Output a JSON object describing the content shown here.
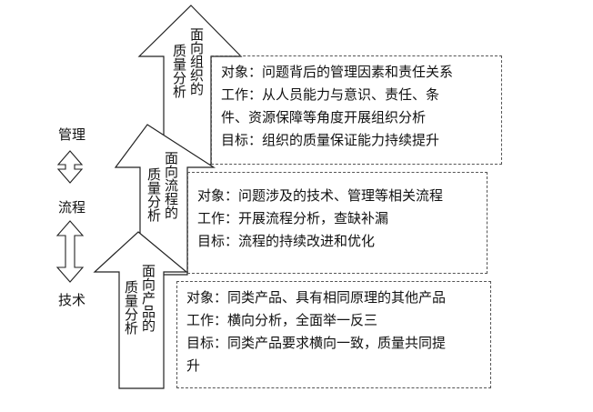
{
  "levels": [
    {
      "arrow_text_col1": "面向组织的",
      "arrow_text_col2": "质量分析",
      "lines": [
        "对象：问题背后的管理因素和责任关系",
        "工作：从人员能力与意识、责任、条",
        "件、资源保障等角度开展组织分析",
        "目标：组织的质量保证能力持续提升"
      ]
    },
    {
      "arrow_text_col1": "面向流程的",
      "arrow_text_col2": "质量分析",
      "lines": [
        "对象：问题涉及的技术、管理等相关流程",
        "工作：开展流程分析，查缺补漏",
        "目标：流程的持续改进和优化"
      ]
    },
    {
      "arrow_text_col1": "面向产品的",
      "arrow_text_col2": "质量分析",
      "lines": [
        "对象：同类产品、具有相同原理的其他产品",
        "工作：横向分析，全面举一反三",
        "目标：同类产品要求横向一致，质量共同提",
        "升"
      ]
    }
  ],
  "side_labels": {
    "top": "管理",
    "middle": "流程",
    "bottom": "技术"
  }
}
